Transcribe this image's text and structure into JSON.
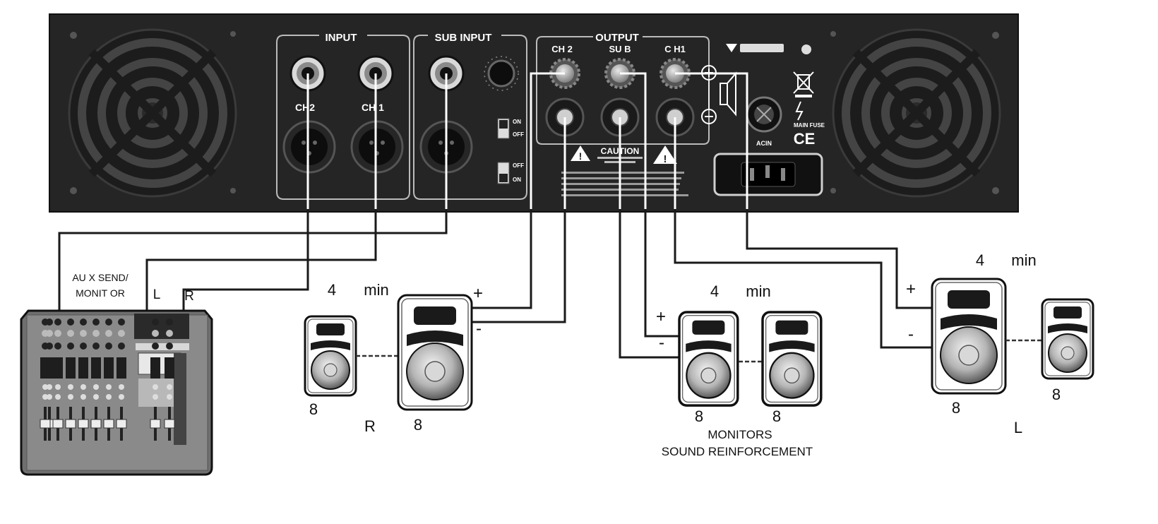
{
  "amplifier": {
    "input_label": "INPUT",
    "sub_input_label": "SUB INPUT",
    "output_label": "OUTPUT",
    "in_ch2": "CH2",
    "in_ch1": "CH 1",
    "out_ch2": "CH 2",
    "out_sub": "SU B",
    "out_ch1": "C H1",
    "filter_on": "ON",
    "filter_off": "OFF",
    "limit_off": "OFF",
    "limit_on": "ON",
    "caution": "CAUTION",
    "acin": "ACIN",
    "main_fuse": "MAIN FUSE",
    "ce_mark": "CE"
  },
  "mixer": {
    "aux_line1": "AU X SEND/",
    "aux_line2": "MONIT OR",
    "left": "L",
    "right": "R"
  },
  "right_group": {
    "plus": "+",
    "minus": "-",
    "imp_big": "4",
    "imp_big_unit": "min",
    "imp_small_a": "8",
    "imp_small_b": "8",
    "side": "R"
  },
  "monitor_group": {
    "plus": "+",
    "minus": "-",
    "imp_big": "4",
    "imp_big_unit": "min",
    "imp_a": "8",
    "imp_b": "8",
    "caption1": "MONITORS",
    "caption2": "SOUND REINFORCEMENT"
  },
  "left_group": {
    "plus": "+",
    "minus": "-",
    "imp_big": "4",
    "imp_big_unit": "min",
    "imp_a": "8",
    "imp_b": "8",
    "side": "L"
  }
}
